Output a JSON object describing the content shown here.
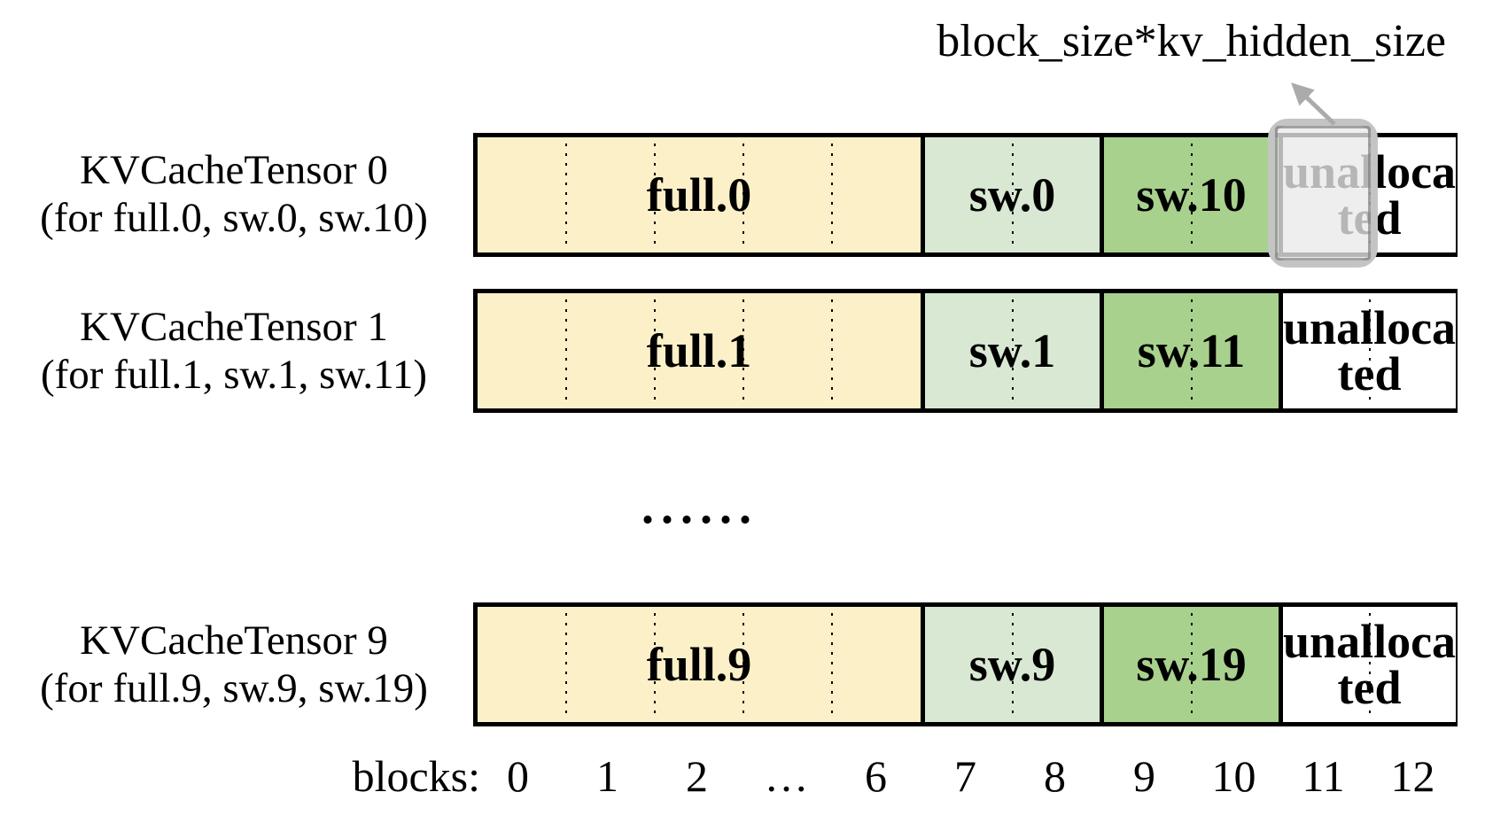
{
  "annotation": {
    "label": "block_size*kv_hidden_size"
  },
  "rows": [
    {
      "label_line1": "KVCacheTensor 0",
      "label_line2": "(for full.0, sw.0, sw.10)",
      "segments": {
        "full": "full.0",
        "sw_first": "sw.0",
        "sw_second": "sw.10",
        "unallocated_line1": "unalloca",
        "unallocated_line2": "ted"
      },
      "highlighted_block": "11"
    },
    {
      "label_line1": "KVCacheTensor 1",
      "label_line2": "(for full.1, sw.1, sw.11)",
      "segments": {
        "full": "full.1",
        "sw_first": "sw.1",
        "sw_second": "sw.11",
        "unallocated_line1": "unalloca",
        "unallocated_line2": "ted"
      }
    },
    {
      "label_line1": "KVCacheTensor 9",
      "label_line2": "(for full.9, sw.9, sw.19)",
      "segments": {
        "full": "full.9",
        "sw_first": "sw.9",
        "sw_second": "sw.19",
        "unallocated_line1": "unalloca",
        "unallocated_line2": "ted"
      }
    }
  ],
  "ellipsis": "......",
  "axis": {
    "prefix": "blocks:",
    "labels": [
      "0",
      "1",
      "2",
      "…",
      "6",
      "7",
      "8",
      "9",
      "10",
      "11",
      "12"
    ]
  },
  "colors": {
    "full_fill": "#FCF0C8",
    "sw_first_fill": "#D9E8D3",
    "sw_second_fill": "#A9D18E",
    "unallocated_fill": "#FFFFFF",
    "bar_border": "#000000",
    "text": "#000000",
    "highlight_fill": "#E9E9E9",
    "highlight_border": "#C4C4C4",
    "highlight_inner_border": "#7A7A7A",
    "arrow": "#ABABAB"
  }
}
